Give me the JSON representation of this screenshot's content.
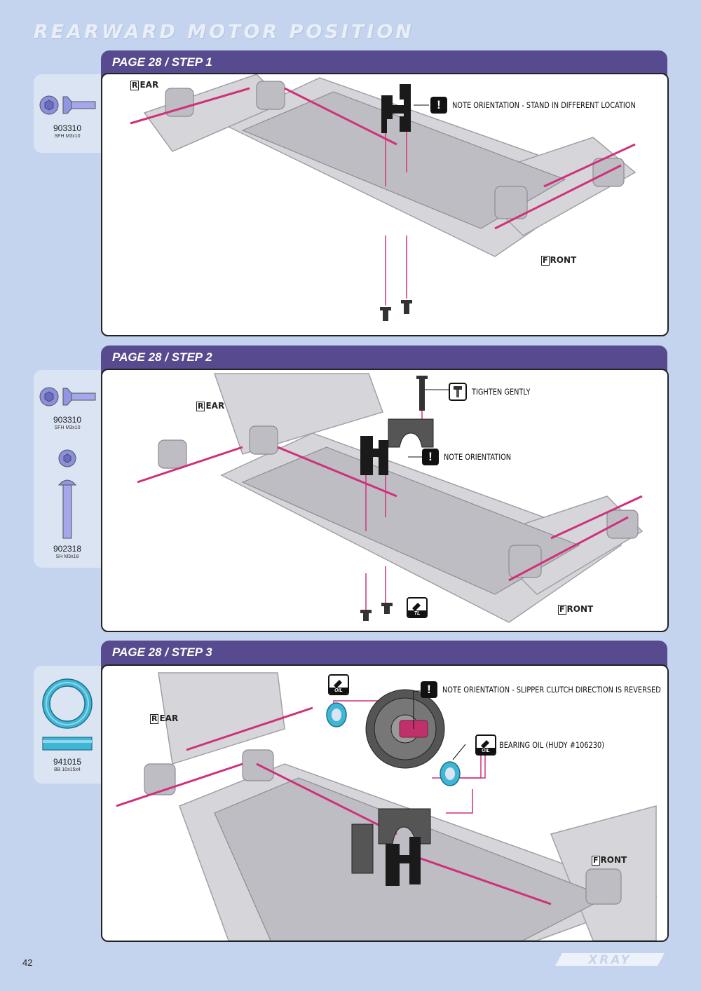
{
  "page": {
    "title": "REARWARD MOTOR POSITION",
    "page_number": "42",
    "brand": "XRAY"
  },
  "steps": [
    {
      "header": "PAGE 28 / STEP 1",
      "labels": {
        "rear": "EAR",
        "rear_cap": "R",
        "front": "RONT",
        "front_cap": "F"
      },
      "notes": [
        "NOTE ORIENTATION - STAND IN DIFFERENT LOCATION"
      ],
      "parts": [
        {
          "code": "903310",
          "desc": "SFH M3x10",
          "icon": "flat-head-screw-icon"
        }
      ]
    },
    {
      "header": "PAGE 28 / STEP 2",
      "labels": {
        "rear": "EAR",
        "rear_cap": "R",
        "front": "RONT",
        "front_cap": "F"
      },
      "notes": [
        "TIGHTEN GENTLY",
        "NOTE ORIENTATION"
      ],
      "tag": "TL",
      "parts": [
        {
          "code": "903310",
          "desc": "SFH M3x10",
          "icon": "flat-head-screw-icon"
        },
        {
          "code": "902318",
          "desc": "SH M3x18",
          "icon": "socket-head-screw-icon"
        }
      ]
    },
    {
      "header": "PAGE 28 / STEP 3",
      "labels": {
        "rear": "EAR",
        "rear_cap": "R",
        "front": "RONT",
        "front_cap": "F"
      },
      "notes": [
        "NOTE ORIENTATION - SLIPPER CLUTCH DIRECTION IS REVERSED",
        "BEARING OIL (HUDY #106230)"
      ],
      "tag": "OIL",
      "parts": [
        {
          "code": "941015",
          "desc": "BB 10x15x4",
          "icon": "ball-bearing-icon"
        }
      ]
    }
  ],
  "colors": {
    "background": "#c4d4ee",
    "header": "#574a8e",
    "parts_box": "#dbe4f3",
    "accent_pink": "#d0307a",
    "bearing_blue": "#3fb6d6"
  }
}
